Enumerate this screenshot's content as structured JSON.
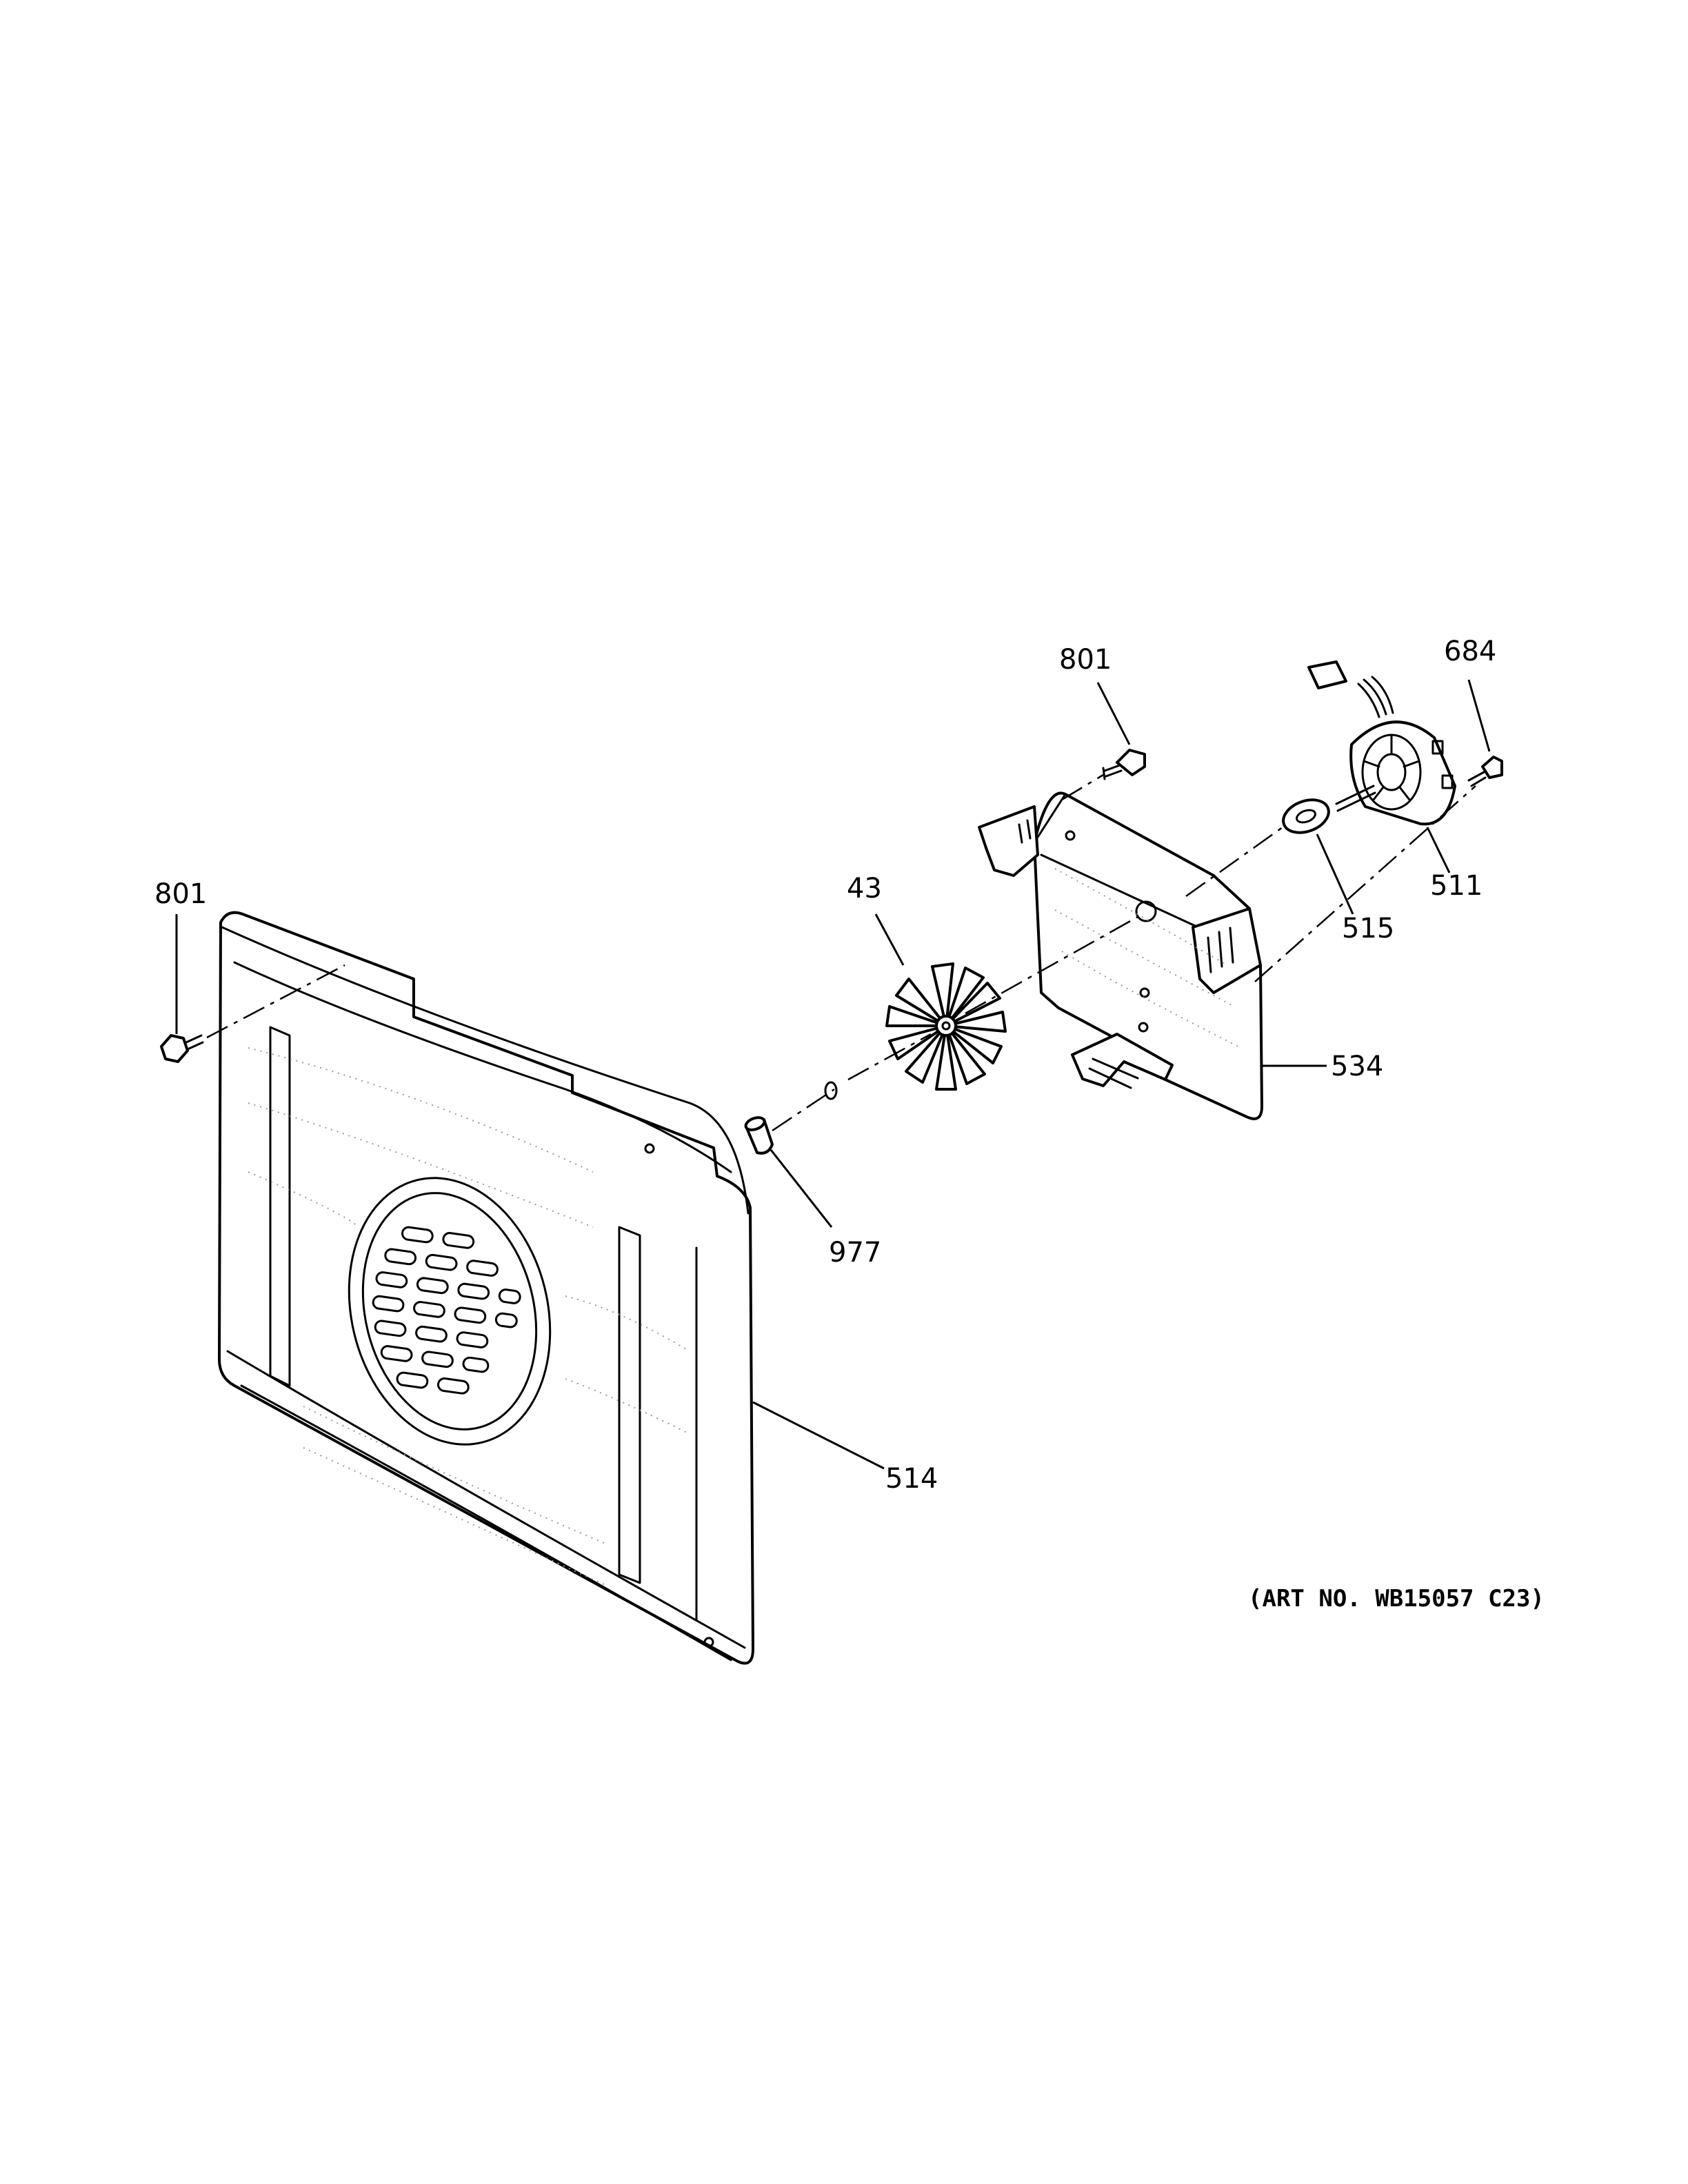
{
  "callouts": {
    "c801_top": "801",
    "c684": "684",
    "c43": "43",
    "c515": "515",
    "c511": "511",
    "c534": "534",
    "c801_left": "801",
    "c977": "977",
    "c514": "514"
  },
  "art_number": "(ART NO. WB15057 C23)"
}
